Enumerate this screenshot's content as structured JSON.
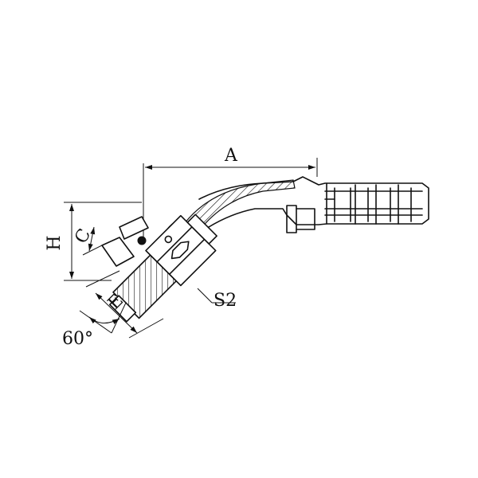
{
  "labels": {
    "A": "A",
    "H": "H",
    "C": "C",
    "E": "E",
    "S2": "S2",
    "angle": "60°"
  }
}
